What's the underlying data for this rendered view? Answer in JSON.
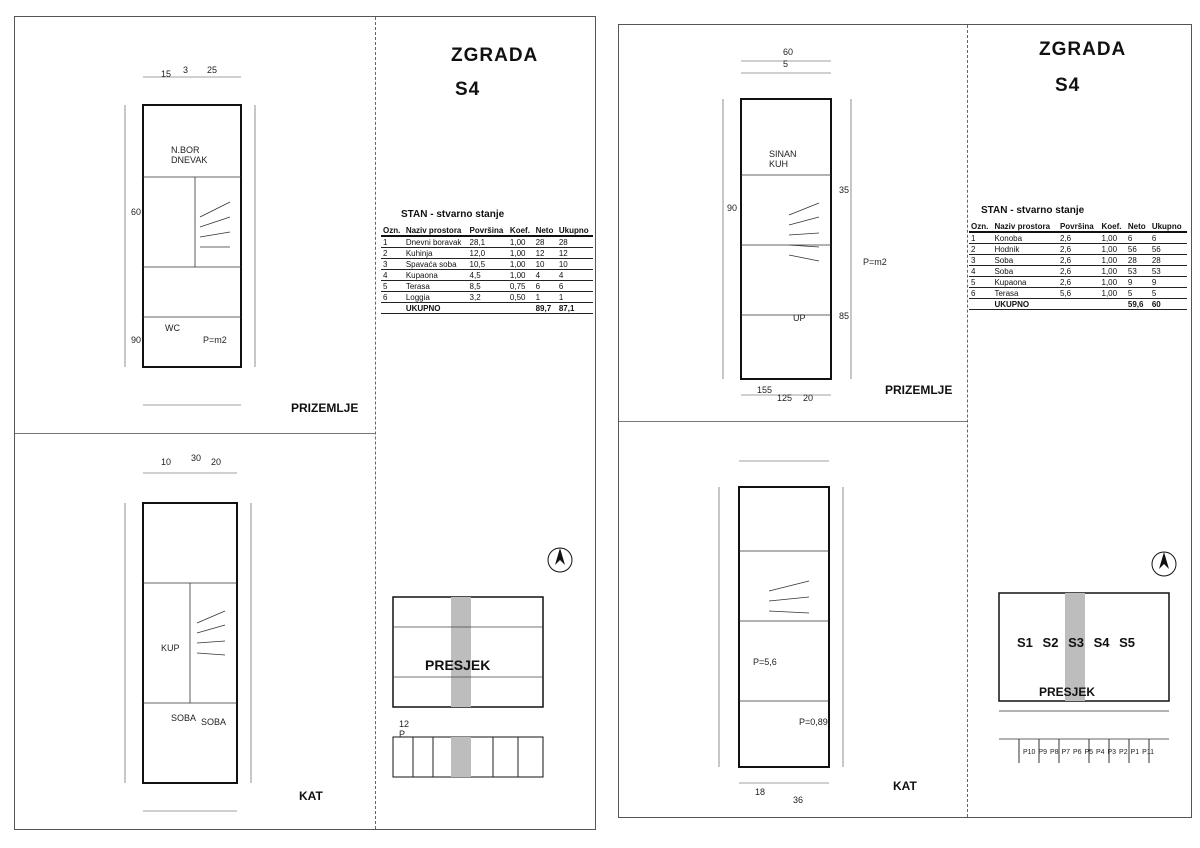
{
  "sheets": {
    "left": {
      "title": "ZGRADA",
      "subtitle": "S4",
      "plan_top_label": "PRIZEMLJE",
      "plan_bottom_label": "KAT",
      "room_labels_top": [
        "N.BOR",
        "DNEVAK",
        "WC",
        "P=m2"
      ],
      "room_labels_bottom": [
        "KUP",
        "SOBA",
        "SOBA"
      ],
      "dims_top": [
        "15",
        "3",
        "25"
      ],
      "dims_side": [
        "60",
        "90"
      ],
      "dims_bottom": [
        "10",
        "30",
        "20"
      ],
      "table_title": "STAN - stvarno stanje",
      "table_header": [
        "Ozn.",
        "Naziv prostora",
        "Površina",
        "Koef.",
        "Neto",
        "Ukupno"
      ],
      "table_rows": [
        [
          "1",
          "Dnevni boravak",
          "28,1",
          "1,00",
          "28",
          "28"
        ],
        [
          "2",
          "Kuhinja",
          "12,0",
          "1,00",
          "12",
          "12"
        ],
        [
          "3",
          "Spavaća soba",
          "10,5",
          "1,00",
          "10",
          "10"
        ],
        [
          "4",
          "Kupaona",
          "4,5",
          "1,00",
          "4",
          "4"
        ],
        [
          "5",
          "Terasa",
          "8,5",
          "0,75",
          "6",
          "6"
        ],
        [
          "6",
          "Loggia",
          "3,2",
          "0,50",
          "1",
          "1"
        ]
      ],
      "table_sum_label": "UKUPNO",
      "table_sum_value": "89,7",
      "table_sum_value_2": "87,1",
      "elevation_label": "PRESJEK",
      "elevation_marks": [
        "12",
        "P"
      ]
    },
    "right": {
      "title": "ZGRADA",
      "subtitle": "S4",
      "plan_top_label": "PRIZEMLJE",
      "plan_bottom_label": "KAT",
      "room_labels_top": [
        "SINAN",
        "KUH",
        "P=m2",
        "UP"
      ],
      "room_labels_bottom": [
        "P=5,6",
        "P=0,89"
      ],
      "dims_top": [
        "60",
        "5"
      ],
      "dims_side": [
        "90",
        "35",
        "85"
      ],
      "dims_bottom_top": [
        "155",
        "125",
        "20"
      ],
      "dims_bottom": [
        "18",
        "36"
      ],
      "table_title": "STAN - stvarno stanje",
      "table_header": [
        "Ozn.",
        "Naziv prostora",
        "Površina",
        "Koef.",
        "Neto",
        "Ukupno"
      ],
      "table_rows": [
        [
          "1",
          "Konoba",
          "2,6",
          "1,00",
          "6",
          "6"
        ],
        [
          "2",
          "Hodnik",
          "2,6",
          "1,00",
          "56",
          "56"
        ],
        [
          "3",
          "Soba",
          "2,6",
          "1,00",
          "28",
          "28"
        ],
        [
          "4",
          "Soba",
          "2,6",
          "1,00",
          "53",
          "53"
        ],
        [
          "5",
          "Kupaona",
          "2,6",
          "1,00",
          "9",
          "9"
        ],
        [
          "6",
          "Terasa",
          "5,6",
          "1,00",
          "5",
          "5"
        ]
      ],
      "table_sum_label": "UKUPNO",
      "table_sum_value": "59,6",
      "table_sum_value_2": "60",
      "elevation_label": "PRESJEK",
      "elevation_marks": [
        "S1",
        "S2",
        "S3",
        "S4",
        "S5"
      ],
      "parking_labels": [
        "P10",
        "P9",
        "P8",
        "P7",
        "P6",
        "P5",
        "P4",
        "P3",
        "P2",
        "P1",
        "P11"
      ]
    }
  },
  "colors": {
    "line": "#111111",
    "paper": "#ffffff",
    "shade": "#bdbdbd"
  }
}
